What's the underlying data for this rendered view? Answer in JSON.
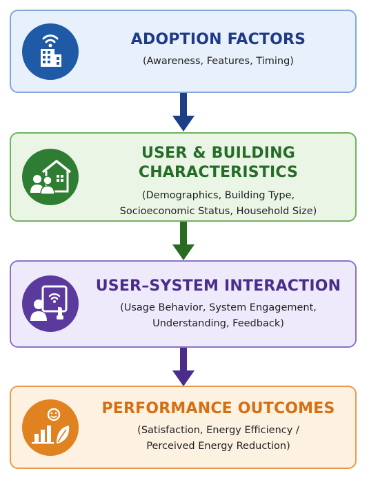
{
  "boxes": [
    {
      "title_line1": "ADOPTION FACTORS",
      "title_line2": "",
      "sub_line1": "(Awareness, Features, Timing)",
      "sub_line2": "",
      "icon": "smart-building-icon",
      "color": "#1f5aa6"
    },
    {
      "title_line1": "USER & BUILDING",
      "title_line2": "CHARACTERISTICS",
      "sub_line1": "(Demographics, Building Type,",
      "sub_line2": "Socioeconomic Status, Household Size)",
      "icon": "household-icon",
      "color": "#2f7d32"
    },
    {
      "title_line1": "USER–SYSTEM INTERACTION",
      "title_line2": "",
      "sub_line1": "(Usage Behavior, System Engagement,",
      "sub_line2": "Understanding, Feedback)",
      "icon": "user-touchscreen-icon",
      "color": "#5b3a9e"
    },
    {
      "title_line1": "PERFORMANCE OUTCOMES",
      "title_line2": "",
      "sub_line1": "(Satisfaction, Energy Efficiency /",
      "sub_line2": "Perceived Energy Reduction)",
      "icon": "performance-chart-leaf-icon",
      "color": "#e08220"
    }
  ],
  "arrows": [
    {
      "icon": "down-arrow-icon",
      "color": "#1d3f86"
    },
    {
      "icon": "down-arrow-icon",
      "color": "#2a6b24"
    },
    {
      "icon": "down-arrow-icon",
      "color": "#4a2c8a"
    }
  ]
}
